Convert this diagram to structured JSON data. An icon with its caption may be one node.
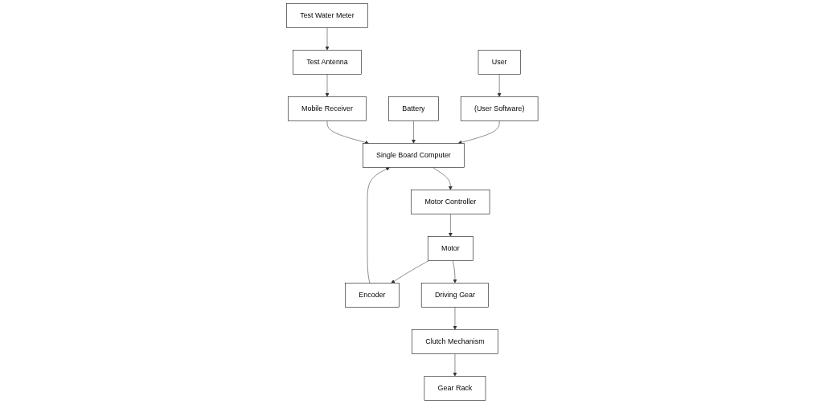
{
  "diagram": {
    "nodes": [
      {
        "text": [
          "User"
        ]
      },
      {
        "text": [
          "(User Software)"
        ]
      },
      {
        "text": [
          "Battery"
        ]
      },
      {
        "text": [
          "Single Board Computer"
        ]
      },
      {
        "text": [
          "Motor Controller"
        ]
      },
      {
        "text": [
          "Mobile Receiver"
        ]
      },
      {
        "text": [
          "Encoder"
        ]
      },
      {
        "text": [
          "Motor"
        ]
      },
      {
        "text": [
          "Test Antenna"
        ]
      },
      {
        "text": [
          "Driving Gear"
        ]
      },
      {
        "text": [
          "Clutch Mechanism"
        ]
      },
      {
        "text": [
          "Test Water Meter"
        ]
      },
      {
        "text": [
          "Gear Rack"
        ]
      }
    ],
    "edges": [
      {
        "from": 0,
        "to": 1,
        "arrow": "to"
      },
      {
        "from": 1,
        "to": 3,
        "arrow": "to"
      },
      {
        "from": 2,
        "to": 3,
        "arrow": "to"
      },
      {
        "from": 3,
        "to": 4,
        "arrow": "to"
      },
      {
        "from": 5,
        "to": 3,
        "arrow": "to"
      },
      {
        "from": 4,
        "to": 7,
        "arrow": "to"
      },
      {
        "from": 7,
        "to": 6,
        "arrow": "to"
      },
      {
        "from": 6,
        "to": 3,
        "arrow": "to"
      },
      {
        "from": 8,
        "to": 5,
        "arrow": "to"
      },
      {
        "from": 11,
        "to": 8,
        "arrow": "to"
      },
      {
        "from": 7,
        "to": 9,
        "arrow": "to"
      },
      {
        "from": 9,
        "to": 10,
        "arrow": "to"
      },
      {
        "from": 10,
        "to": 12,
        "arrow": "to"
      }
    ]
  }
}
